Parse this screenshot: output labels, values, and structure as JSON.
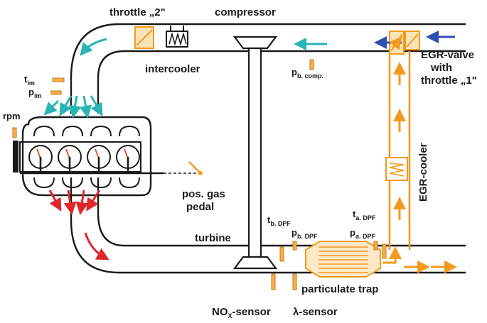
{
  "labels": {
    "throttle2": "throttle „2\"",
    "compressor": "compressor",
    "intercooler": "intercooler",
    "t_im": "t",
    "t_im_sub": "im",
    "p_im": "p",
    "p_im_sub": "im",
    "rpm": "rpm",
    "p_b_comp": "p",
    "p_b_comp_sub": "b. comp.",
    "egr_valve_line1": "EGR-valve",
    "egr_valve_line2": "with",
    "egr_valve_line3": "throttle „1\"",
    "egr_cooler": "EGR-cooler",
    "gas_pedal_line1": "pos. gas",
    "gas_pedal_line2": "pedal",
    "turbine": "turbine",
    "t_b_dpf": "t",
    "t_b_dpf_sub": "b. DPF",
    "p_b_dpf": "p",
    "p_b_dpf_sub": "b. DPF",
    "t_a_dpf": "t",
    "t_a_dpf_sub": "a. DPF",
    "p_a_dpf": "p",
    "p_a_dpf_sub": "a. DPF",
    "particulate_trap": "particulate trap",
    "nox_sensor": "NO",
    "nox_sensor_sub": "X",
    "nox_sensor_suffix": "-sensor",
    "lambda_sensor": "λ-sensor"
  },
  "colors": {
    "outline": "#1a1a1a",
    "egr": "#f39a1e",
    "fresh_air_arrow": "#2e4fb3",
    "intake_arrow": "#2ab5b3",
    "exhaust_arrow": "#e0262a",
    "sensor": "#f39a1e"
  }
}
